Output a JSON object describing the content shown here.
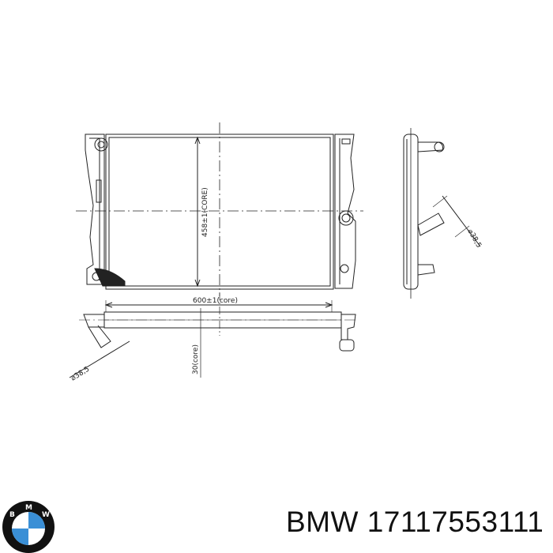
{
  "drawing": {
    "front_view": {
      "height_dimension": "458±1(CORE)"
    },
    "side_view": {
      "pipe_diameter": "⌀38,5"
    },
    "top_view": {
      "width_dimension": "600±1(core)",
      "depth_dimension": "30(core)",
      "pipe_diameter": "⌀38,5"
    }
  },
  "logo": {
    "letters": [
      "B",
      "M",
      "W"
    ],
    "colors": {
      "ring": "#111111",
      "blue": "#3a8fd6",
      "white": "#ffffff"
    }
  },
  "caption": {
    "text": "BMW 17117553111"
  }
}
